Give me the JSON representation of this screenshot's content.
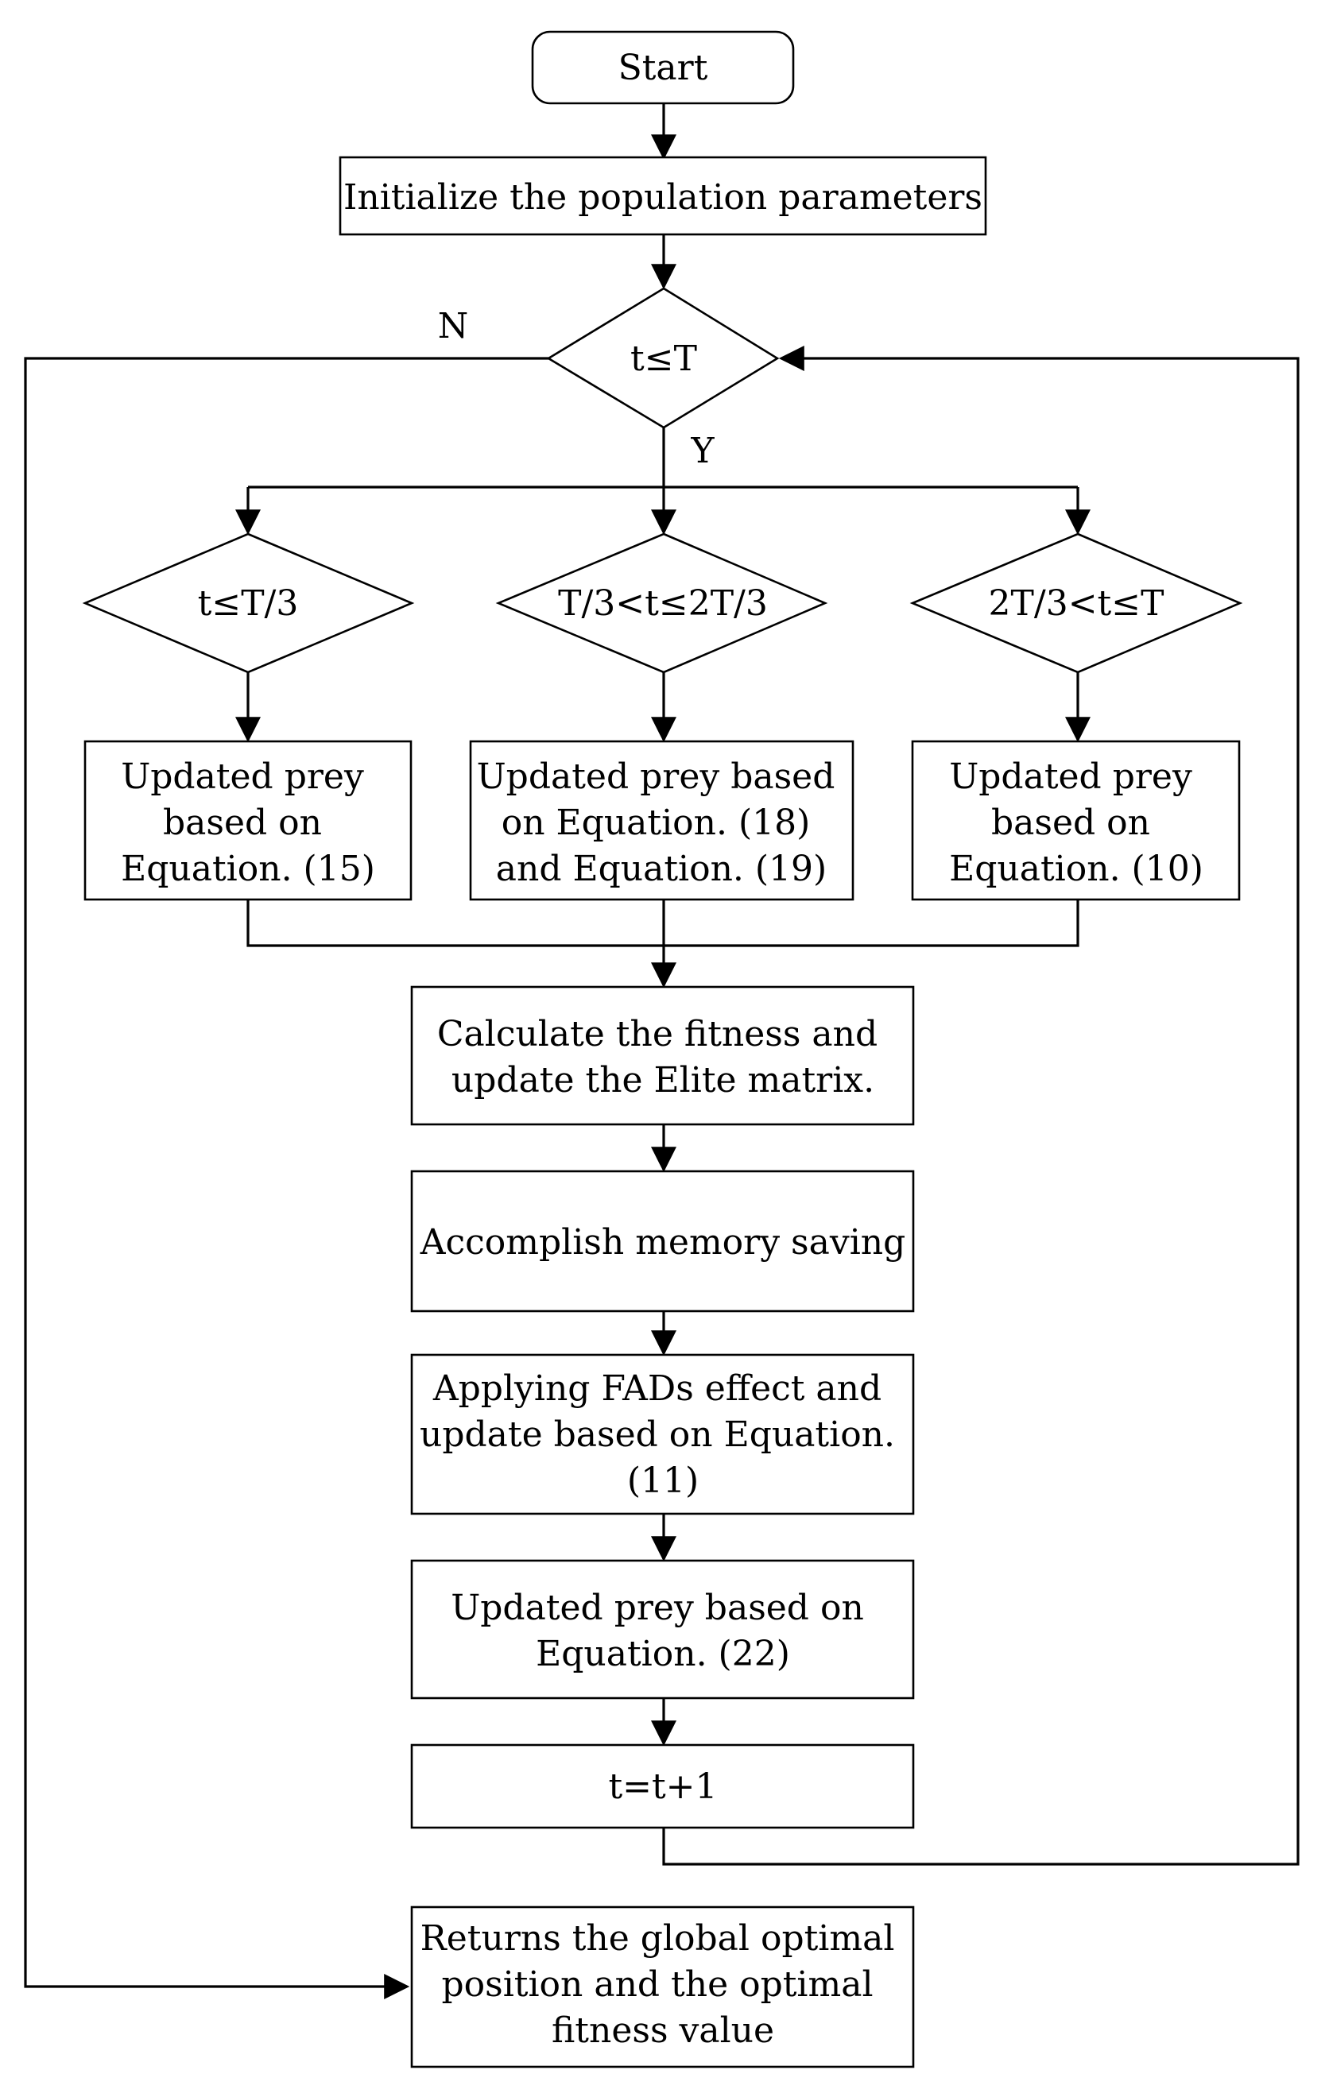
{
  "nodes": {
    "start": "Start",
    "init": "Initialize the population parameters",
    "loop_condition": "t≤T",
    "branch1_condition": "t≤T/3",
    "branch2_condition": "T/3<t≤2T/3",
    "branch3_condition": "2T/3<t≤T",
    "branch1_update": [
      "Updated prey",
      "based on",
      "Equation. (15)"
    ],
    "branch2_update": [
      "Updated prey based",
      "on Equation. (18)",
      "and Equation. (19)"
    ],
    "branch3_update": [
      "Updated prey",
      "based on",
      "Equation. (10)"
    ],
    "fitness": [
      "Calculate the fitness and",
      "update the Elite matrix."
    ],
    "memory": "Accomplish memory saving",
    "fads": [
      "Applying FADs effect and",
      "update based on Equation.",
      "(11)"
    ],
    "update_prey": [
      "Updated prey based on",
      "Equation. (22)"
    ],
    "increment": "t=t+1",
    "result": [
      "Returns the global optimal",
      "position and the optimal",
      "fitness value"
    ]
  },
  "edge_labels": {
    "no": "N",
    "yes": "Y"
  }
}
